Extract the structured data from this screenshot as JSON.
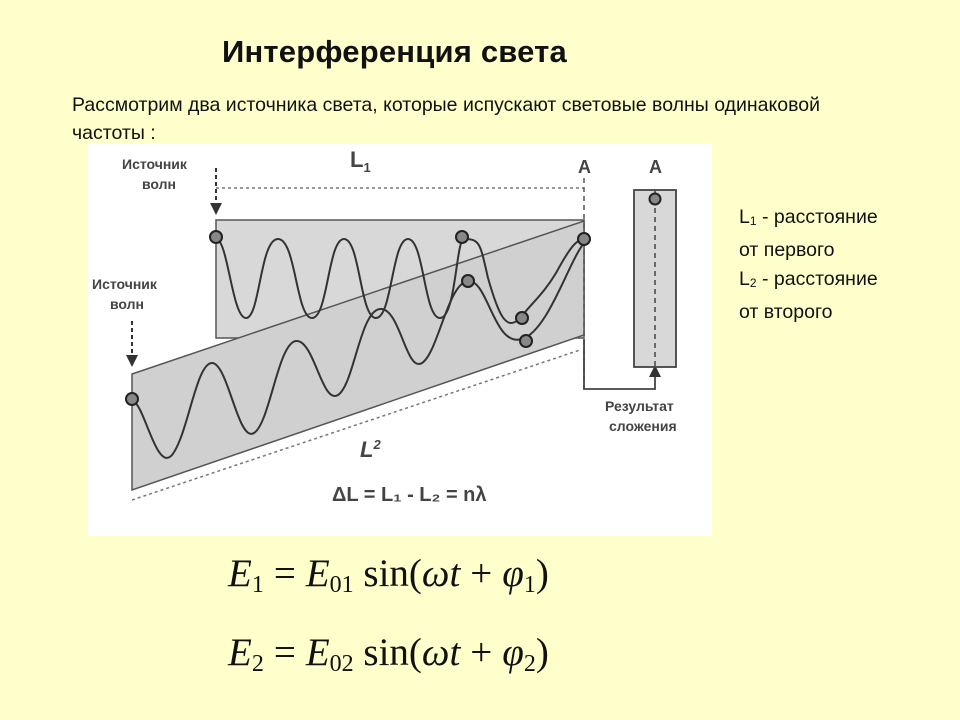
{
  "title": "Интерференция  света",
  "intro": "Рассмотрим два источника света, которые испускают световые волны одинаковой частоты :",
  "figure": {
    "label_source_1": [
      "Источник",
      "волн"
    ],
    "label_source_2": [
      "Источник",
      "волн"
    ],
    "label_L1": "L",
    "label_L1_sub": "1",
    "label_L2": "L",
    "label_L2_sub": "2",
    "label_A_left": "A",
    "label_A_right": "A",
    "label_result": [
      "Результат",
      "сложения"
    ],
    "delta_formula": "ΔL = L₁ - L₂ = nλ"
  },
  "legend": [
    {
      "symbol": "L",
      "sub": "1",
      "text": " - расстояние",
      "line2": "от первого"
    },
    {
      "symbol": "L",
      "sub": "2",
      "text": " - расстояние",
      "line2": "от второго"
    }
  ],
  "formulas": [
    {
      "lhs": "E",
      "lhs_sub": "1",
      "amp": "E",
      "amp_sub": "01",
      "fn": "sin(",
      "omega_t": "ωt",
      "phi": "φ",
      "phi_sub": "1",
      "close": ")"
    },
    {
      "lhs": "E",
      "lhs_sub": "2",
      "amp": "E",
      "amp_sub": "02",
      "fn": "sin(",
      "omega_t": "ωt",
      "phi": "φ",
      "phi_sub": "2",
      "close": ")"
    }
  ]
}
